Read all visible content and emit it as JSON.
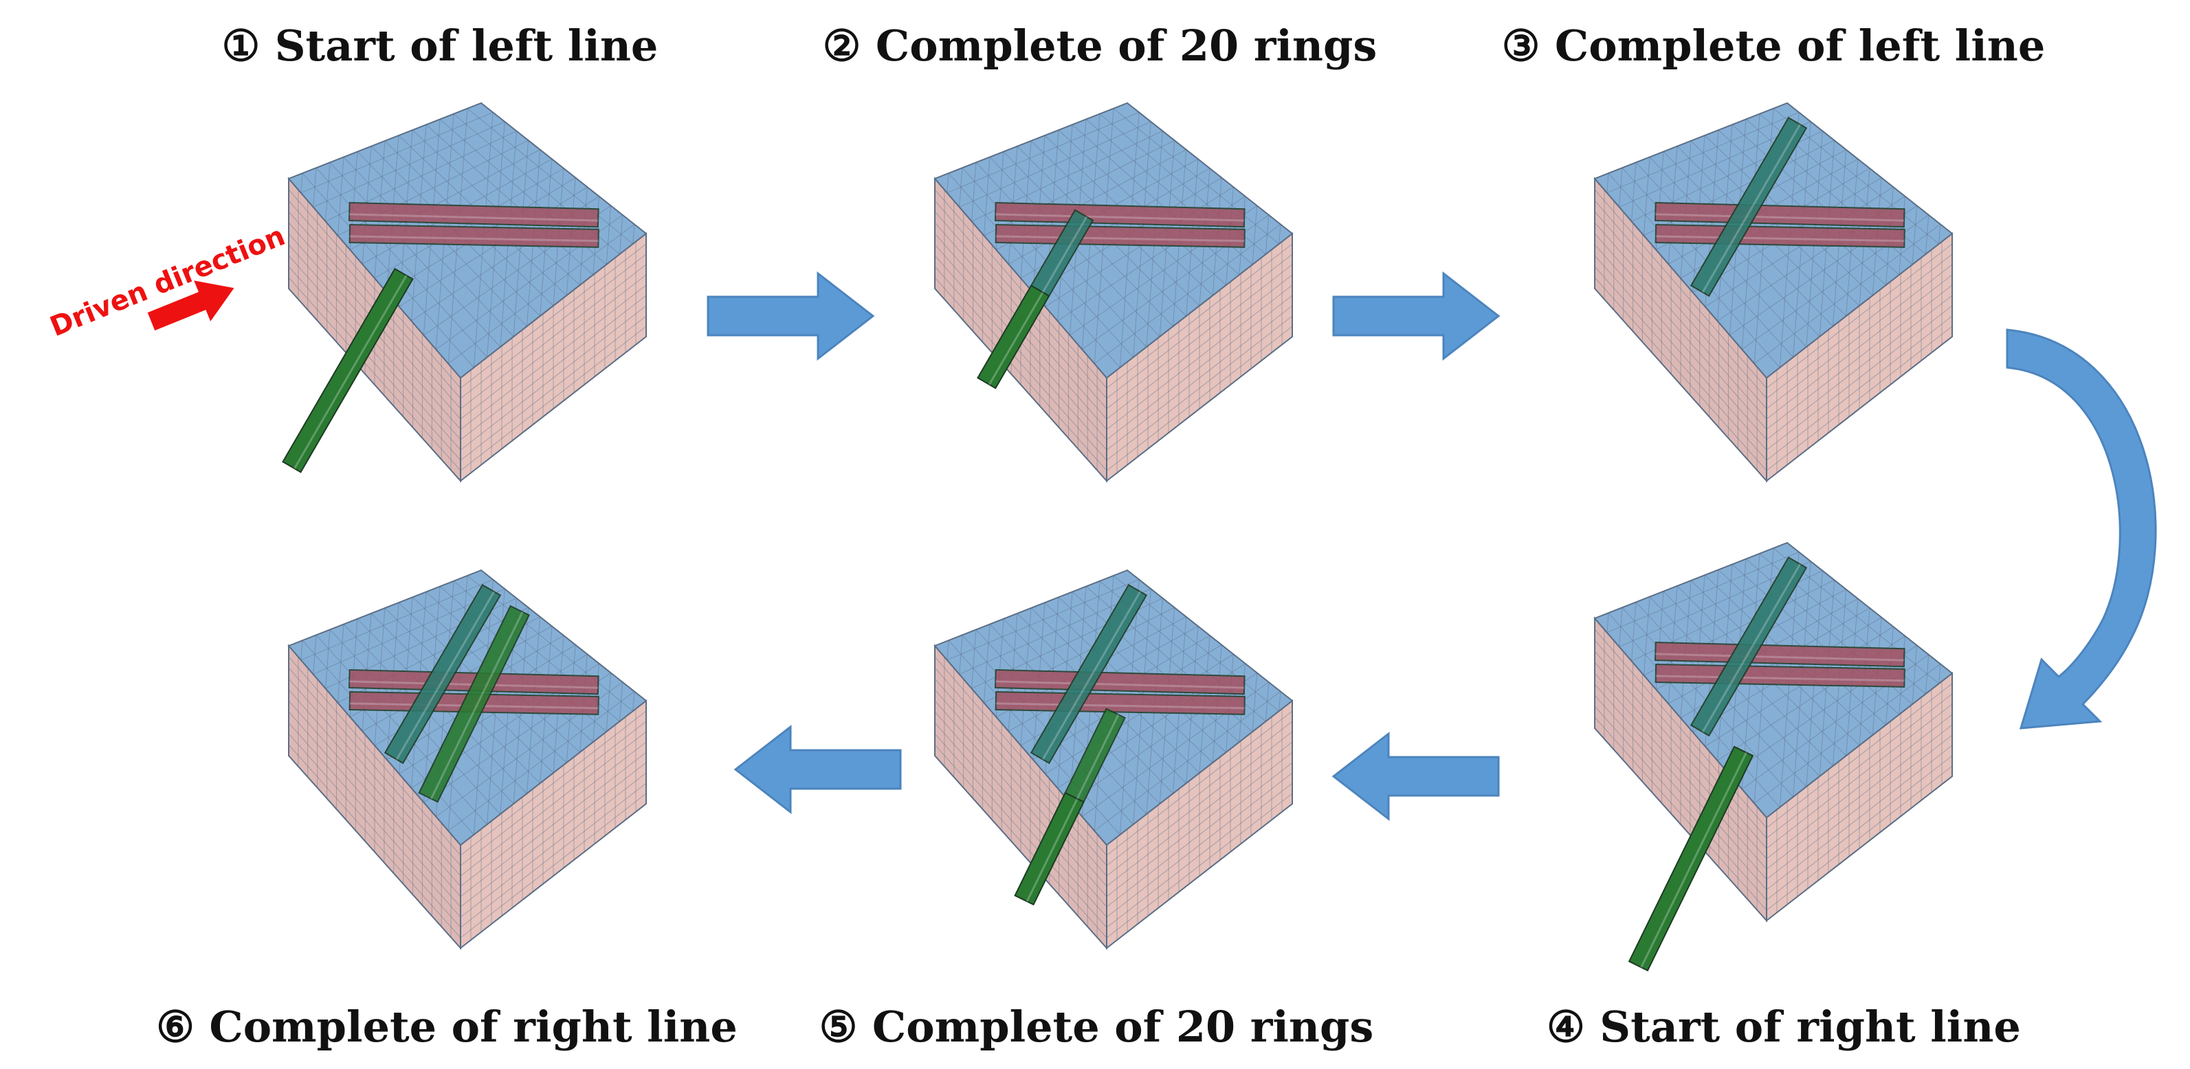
{
  "captions": {
    "step1": "① Start of left line",
    "step2": "② Complete of 20 rings",
    "step3": "③ Complete of left line",
    "step4": "④ Start of right line",
    "step5": "⑤ Complete of 20 rings",
    "step6": "⑥ Complete of right line"
  },
  "annotation": {
    "driven_direction": "Driven direction"
  },
  "colors": {
    "soil_top": "#86afd6",
    "soil_left": "#dcb8b5",
    "soil_right": "#e6c3bd",
    "mesh_line": "#5a6e86",
    "existing_tunnel": "#a45060",
    "new_tunnel": "#2a7a32",
    "new_tunnel_inside": "#2e7a6e",
    "flow_arrow": "#5c9ad6",
    "annotation": "#ee1111"
  }
}
